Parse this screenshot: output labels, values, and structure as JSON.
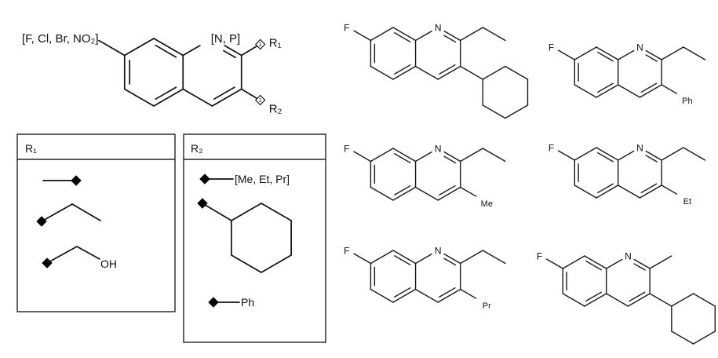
{
  "scaffold": {
    "substituent_7": "[F, Cl, Br, NO₂]",
    "ring_atom_1": "[N, P]",
    "r1_label": "R₁",
    "r2_label": "R₂",
    "attachment_index": "1"
  },
  "r_group_tables": {
    "r1": {
      "title": "R₁",
      "items": [
        {
          "structure": "methyl"
        },
        {
          "structure": "ethyl"
        },
        {
          "structure": "hydroxyethyl",
          "label": "OH"
        }
      ]
    },
    "r2": {
      "title": "R₂",
      "items": [
        {
          "structure": "alkyl",
          "label": "[Me, Et, Pr]"
        },
        {
          "structure": "cyclohexyl"
        },
        {
          "structure": "phenyl",
          "label": "Ph"
        }
      ]
    }
  },
  "examples": [
    {
      "halogen": "F",
      "ring_atom": "N",
      "c2": "ethyl",
      "c3": "cyclohexyl"
    },
    {
      "halogen": "F",
      "ring_atom": "N",
      "c2": "ethyl",
      "c3": "label",
      "c3_label": "Ph"
    },
    {
      "halogen": "F",
      "ring_atom": "N",
      "c2": "ethyl",
      "c3": "label",
      "c3_label": "Me"
    },
    {
      "halogen": "F",
      "ring_atom": "N",
      "c2": "ethyl",
      "c3": "label",
      "c3_label": "Et"
    },
    {
      "halogen": "F",
      "ring_atom": "N",
      "c2": "ethyl",
      "c3": "label",
      "c3_label": "Pr"
    },
    {
      "halogen": "F",
      "ring_atom": "N",
      "c2": "methyl",
      "c3": "cyclohexyl"
    }
  ]
}
